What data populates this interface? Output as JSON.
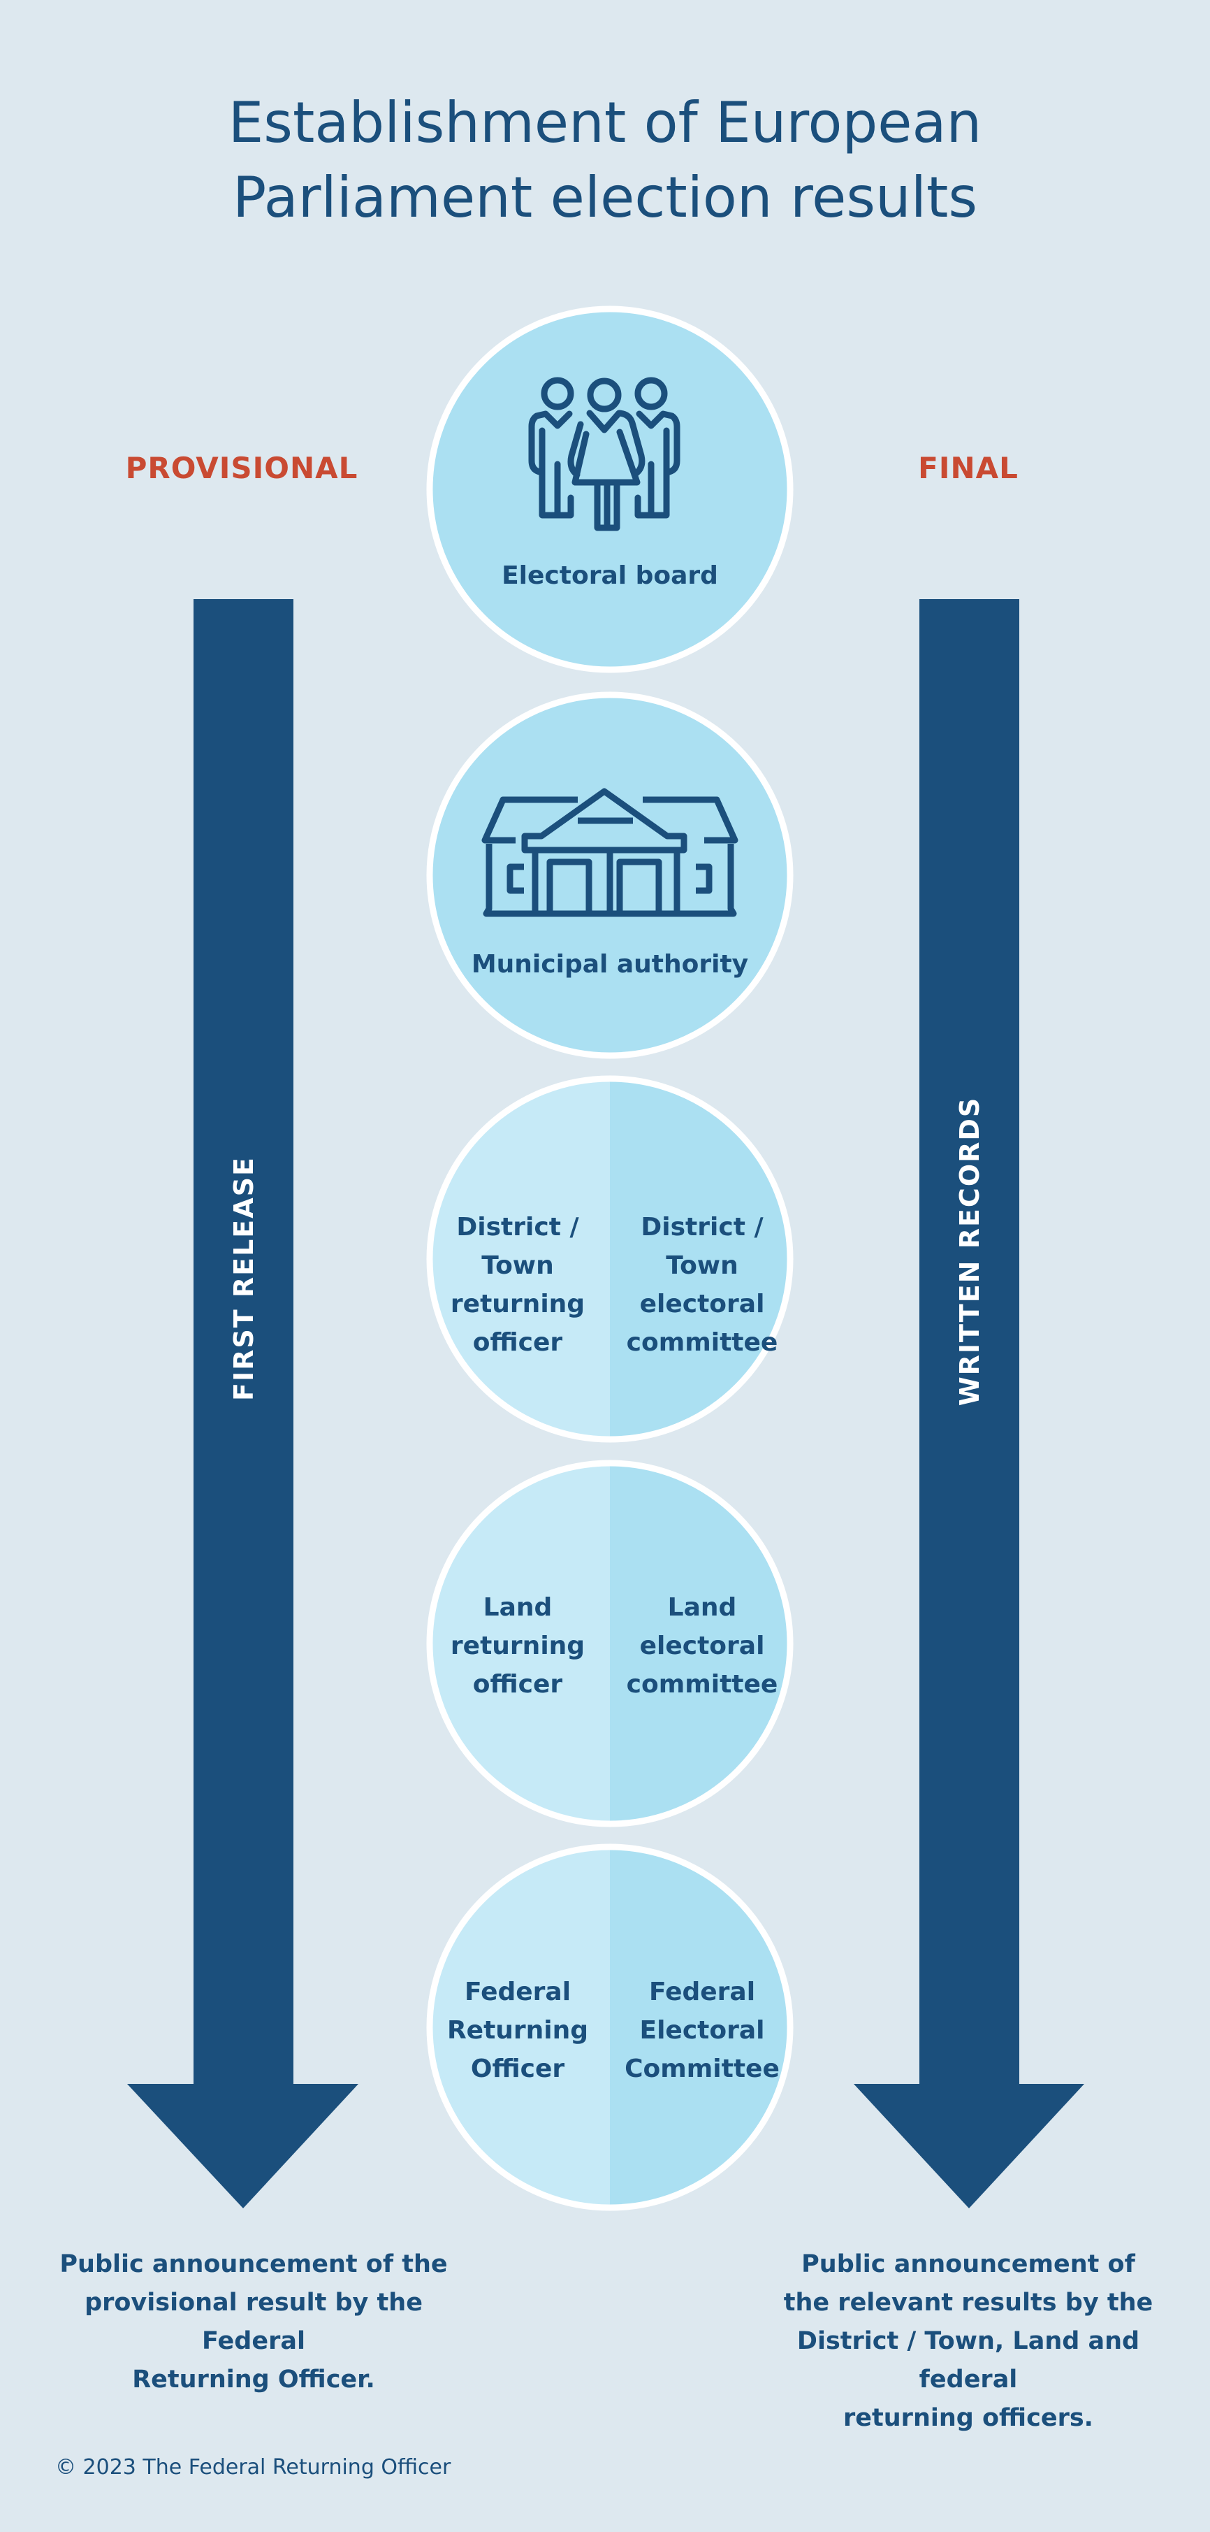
{
  "title": [
    "Establishment of European",
    "Parliament election results"
  ],
  "columns": {
    "left": "PROVISIONAL",
    "right": "FINAL"
  },
  "arrows": {
    "left": "FIRST RELEASE",
    "right": "WRITTEN RECORDS"
  },
  "steps": [
    {
      "icon": "people-icon",
      "label": "Electoral board"
    },
    {
      "icon": "building-icon",
      "label": "Municipal authority"
    },
    {
      "left": [
        "District / Town",
        "returning",
        "officer"
      ],
      "right": [
        "District / Town",
        "electoral",
        "committee"
      ]
    },
    {
      "left": [
        "Land",
        "returning",
        "officer"
      ],
      "right": [
        "Land",
        "electoral",
        "committee"
      ]
    },
    {
      "left": [
        "Federal",
        "Returning",
        "Officer"
      ],
      "right": [
        "Federal",
        "Electoral",
        "Committee"
      ]
    }
  ],
  "notes": {
    "left": [
      "Public announcement of the",
      "provisional result by the Federal",
      "Returning Officer."
    ],
    "right": [
      "Public announcement of",
      "the relevant results by the",
      "District / Town, Land and federal",
      "returning officers."
    ]
  },
  "copyright": "© 2023 The Federal Returning Officer",
  "colors": {
    "background": "#dde8ef",
    "dark_blue": "#1b4f7c",
    "circle": "#abe0f2",
    "circle_light": "#c6eaf7",
    "accent_red": "#c94a32"
  }
}
